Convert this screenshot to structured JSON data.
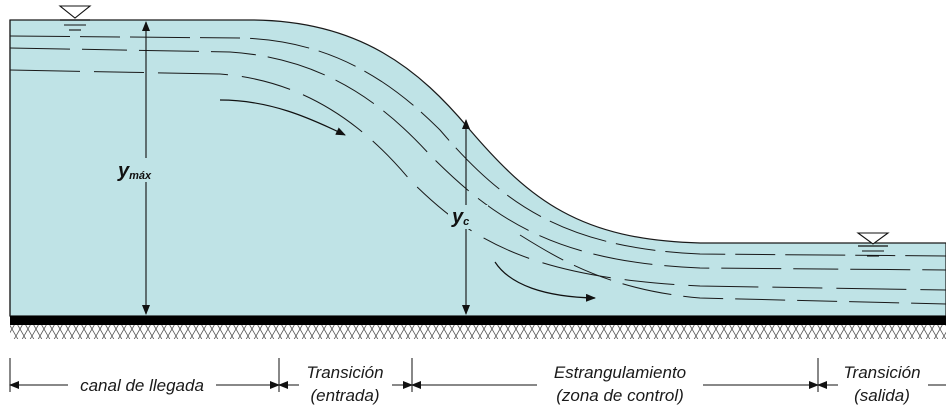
{
  "labels": {
    "y_max_main": "y",
    "y_max_sub": "máx",
    "y_c_main": "y",
    "y_c_sub": "c"
  },
  "sections": [
    {
      "line1": "canal de llegada",
      "line2": ""
    },
    {
      "line1": "Transición",
      "line2": "(entrada)"
    },
    {
      "line1": "Estrangulamiento",
      "line2": "(zona de control)"
    },
    {
      "line1": "Transición",
      "line2": "(salida)"
    }
  ],
  "colors": {
    "water": "#bfe3e6",
    "bed": "#000000",
    "line": "#1a1a1a"
  },
  "icons": {
    "free_surface": "inverted-triangle-water-level-icon",
    "bed_hatch": "soil-hatch"
  }
}
